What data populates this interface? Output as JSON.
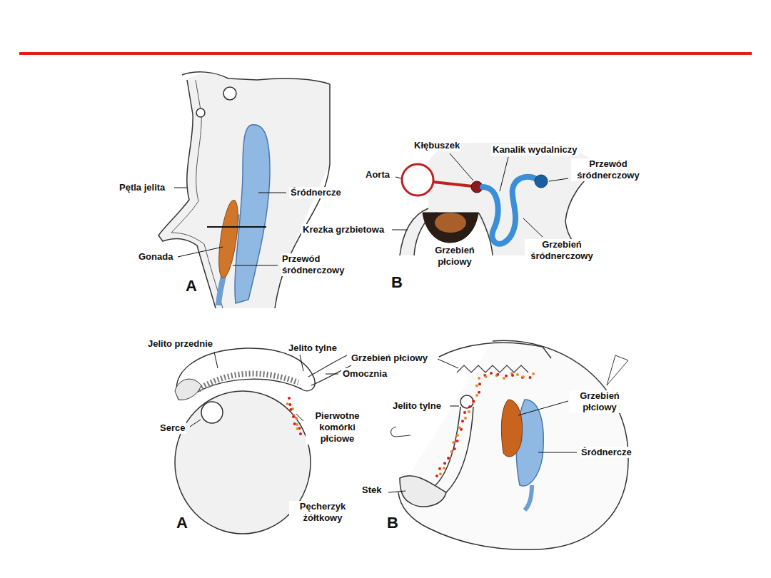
{
  "diagram": {
    "labels": [
      "Pętla jelita",
      "Śródnercze",
      "Gonada",
      "Przewód śródnerczowy",
      "A",
      "Kłębuszek",
      "Kanalik wydalniczy",
      "Aorta",
      "Przewód śródnerczowy",
      "Krezka grzbietowa",
      "Grzebień płciowy",
      "Grzebień śródnerczowy",
      "B",
      "Jelito przednie",
      "Jelito tylne",
      "Omocznia",
      "Serce",
      "Pierwotne komórki płciowe",
      "Pęcherzyk żółtkowy",
      "A",
      "Grzebień płciowy",
      "Jelito tylne",
      "Grzebień płciowy",
      "Śródnercze",
      "Stek",
      "B"
    ]
  }
}
